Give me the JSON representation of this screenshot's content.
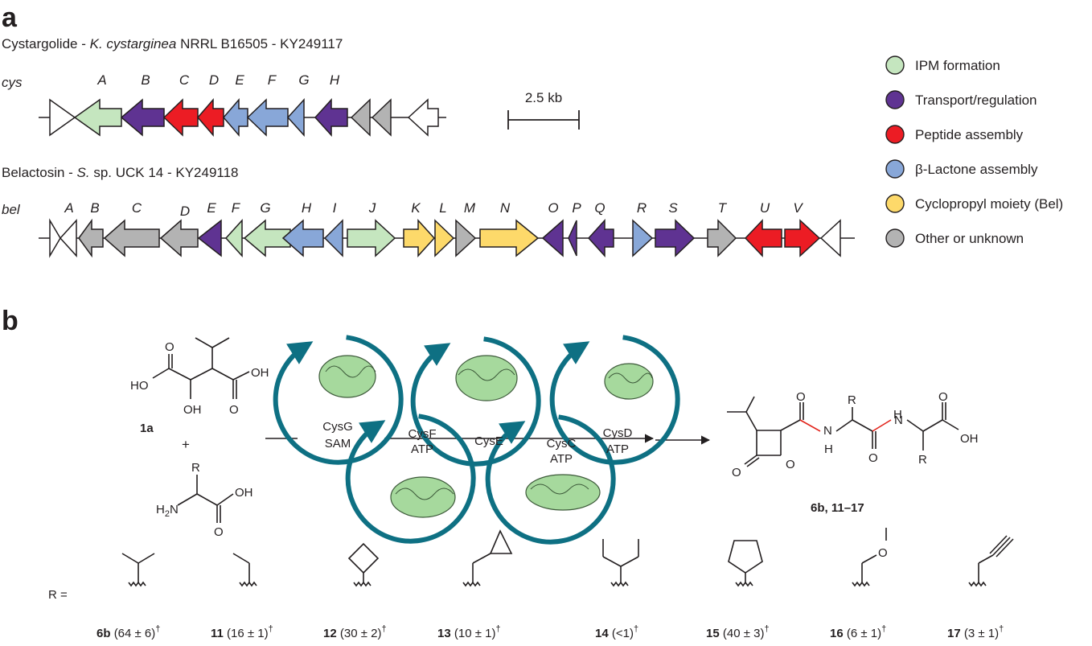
{
  "panel_a": {
    "label": "a",
    "cys": {
      "header": [
        "Cystargolide - ",
        "K. cystarginea",
        " NRRL B16505 - KY249117"
      ],
      "row_label": "cys",
      "gene_letters": [
        "A",
        "B",
        "C",
        "D",
        "E",
        "F",
        "G",
        "H"
      ]
    },
    "scale_bar": "2.5 kb",
    "bel": {
      "header": [
        "Belactosin - ",
        "S.",
        " sp. UCK 14 - KY249118"
      ],
      "row_label": "bel",
      "gene_letters": [
        "A",
        "B",
        "C",
        "D",
        "E",
        "F",
        "G",
        "H",
        "I",
        "J",
        "K",
        "L",
        "M",
        "N",
        "O",
        "P",
        "Q",
        "R",
        "S",
        "T",
        "U",
        "V"
      ]
    },
    "legend": [
      {
        "label": "IPM formation",
        "color": "#c5e6bf"
      },
      {
        "label": "Transport/regulation",
        "color": "#5f3392"
      },
      {
        "label": "Peptide assembly",
        "color": "#ec1c24"
      },
      {
        "label": "β-Lactone assembly",
        "color": "#88a7d8"
      },
      {
        "label": "Cyclopropyl moiety (Bel)",
        "color": "#fdd96a"
      },
      {
        "label": "Other or unknown",
        "color": "#b3b3b3"
      }
    ]
  },
  "panel_b": {
    "label": "b",
    "substrate_1": "1a",
    "plus": "+",
    "atoms": {
      "O": "O",
      "HO": "HO",
      "OH": "OH",
      "R": "R",
      "H2N_H": "H",
      "H2N_sub": "2",
      "H2N_N": "N",
      "NH_N": "N",
      "NH_H": "H"
    },
    "ring_color": "#0e7083",
    "enzymes": [
      {
        "name": "CysG",
        "cofactor": "SAM"
      },
      {
        "name": "CysF",
        "cofactor": "ATP"
      },
      {
        "name": "CysE",
        "cofactor": ""
      },
      {
        "name": "CysC",
        "cofactor": "ATP"
      },
      {
        "name": "CysD",
        "cofactor": "ATP"
      }
    ],
    "product_label": "6b, 11–17",
    "r_prefix": "R =",
    "r_groups": [
      {
        "id": "6b",
        "yield": "(64 ± 6)",
        "mark": "†"
      },
      {
        "id": "11",
        "yield": "(16 ± 1)",
        "mark": "†"
      },
      {
        "id": "12",
        "yield": "(30 ± 2)",
        "mark": "†"
      },
      {
        "id": "13",
        "yield": "(10 ± 1)",
        "mark": "†"
      },
      {
        "id": "14",
        "yield": "(<1)",
        "mark": "†"
      },
      {
        "id": "15",
        "yield": "(40 ± 3)",
        "mark": "†"
      },
      {
        "id": "16",
        "yield": "(6 ± 1)",
        "mark": "†"
      },
      {
        "id": "17",
        "yield": "(3 ± 1)",
        "mark": "†"
      }
    ]
  }
}
